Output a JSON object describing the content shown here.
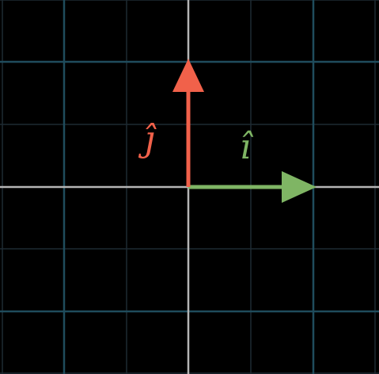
{
  "diagram": {
    "background_color": "#000000",
    "grid": {
      "minor_color": "#1e2a33",
      "major_color": "#1f4c5c",
      "axis_color": "#b5b5b5"
    },
    "vectors": [
      {
        "id": "i-hat",
        "label": "î",
        "direction": [
          1,
          0
        ],
        "color": "#7fb564"
      },
      {
        "id": "j-hat",
        "label": "ĵ",
        "direction": [
          0,
          1
        ],
        "color": "#f1614a"
      }
    ]
  }
}
